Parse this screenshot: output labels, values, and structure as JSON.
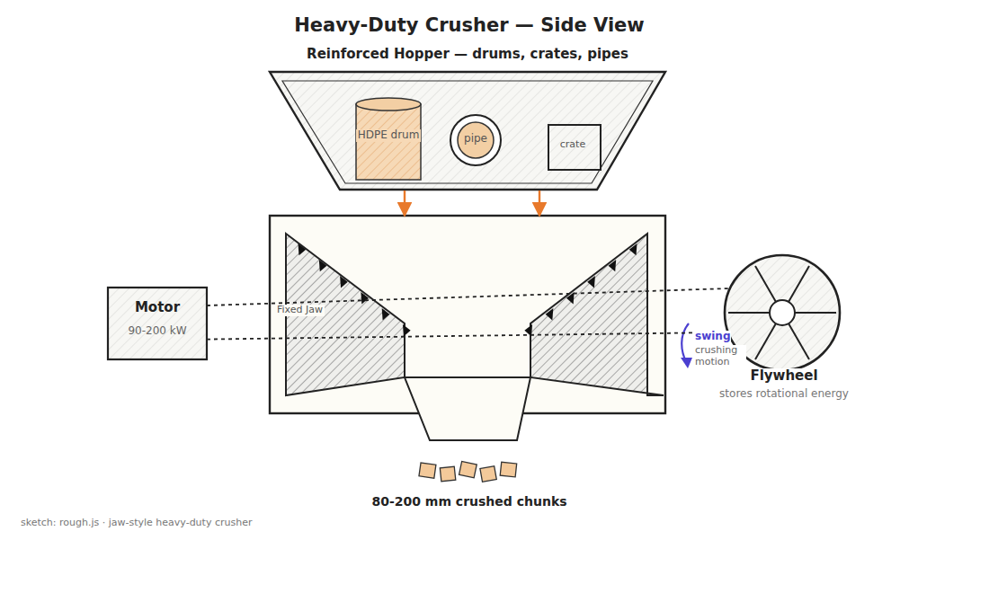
{
  "diagram": {
    "title": "Heavy-Duty Crusher — Side View",
    "nodes": [
      {
        "text": [
          "Reinforced Hopper — drums, crates, pipes"
        ]
      },
      {
        "text": [
          "HDPE drum"
        ],
        "in": 0
      },
      {
        "text": [
          "pipe"
        ],
        "in": 0
      },
      {
        "text": [
          "crate"
        ],
        "in": 0
      },
      {
        "text": [
          "Motor",
          "90-200 kW"
        ]
      },
      {
        "text": [
          "Fixed Jaw"
        ]
      },
      {
        "text": [
          "Flywheel",
          "stores rotational energy"
        ]
      }
    ],
    "edges": [
      {
        "from": 0,
        "to": 5,
        "arrow": "to"
      },
      {
        "from": 0,
        "to": 5,
        "arrow": "to"
      },
      {
        "from": 4,
        "to": 6,
        "arrow": "none"
      },
      {
        "from": 4,
        "to": 6,
        "arrow": "none"
      }
    ],
    "labels": [
      "swing",
      "crushing motion",
      "80-200 mm crushed chunks",
      "sketch: rough.js · jaw-style heavy-duty crusher"
    ]
  }
}
